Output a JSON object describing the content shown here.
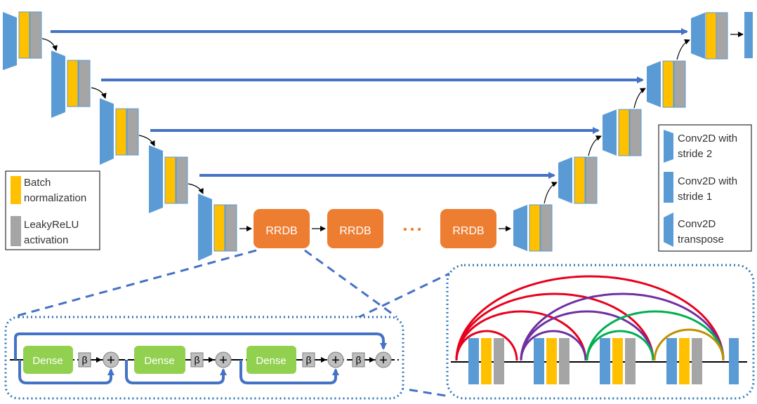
{
  "rrdb_label": "RRDB",
  "dense_label": "Dense",
  "beta_symbol": "β",
  "plus_symbol": "+",
  "ellipsis": "• • •",
  "arrow_glyph": "→",
  "legend_left": {
    "batch_norm": [
      "Batch",
      "normalization"
    ],
    "leaky_relu": [
      "LeakyReLU",
      "activation"
    ]
  },
  "legend_right": {
    "conv_stride2": [
      "Conv2D with",
      "stride 2"
    ],
    "conv_stride1": [
      "Conv2D with",
      "stride 1"
    ],
    "conv_transpose": [
      "Conv2D",
      "transpose"
    ]
  },
  "colors": {
    "conv": "#5b9bd5",
    "batch_norm": "#ffc000",
    "leaky_relu": "#a5a5a5",
    "rrdb": "#ed7d31",
    "dense": "#92d050",
    "skip_arrow": "#4472c4",
    "dotted_border": "#2e75b6",
    "arc_red": "#e8001c",
    "arc_purple": "#7030a0",
    "arc_green": "#00b050",
    "arc_gold": "#bf9000"
  }
}
